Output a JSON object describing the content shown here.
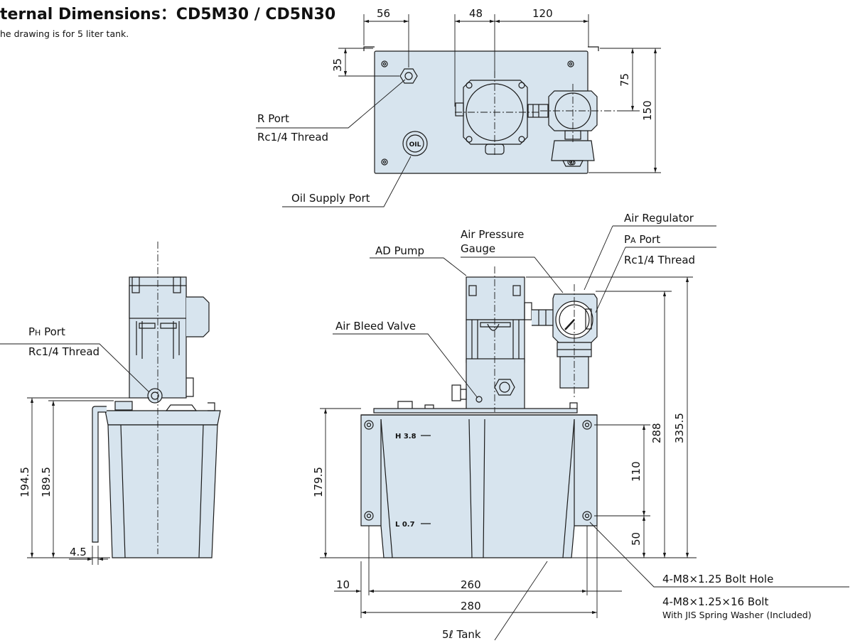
{
  "title": "ternal Dimensions：CD5M30 / CD5N30",
  "subtitle": "he drawing is for 5 liter tank.",
  "colors": {
    "body_fill": "#d7e4ee",
    "outline": "#1a1a1a",
    "dim_line": "#1a1a1a"
  },
  "labels": {
    "r_port": "R Port",
    "r_thread": "Rc1/4 Thread",
    "oil_supply_port": "Oil Supply Port",
    "oil_badge": "OIL",
    "ph_port_main": "P",
    "ph_port_sub": "H",
    "ph_port_rest": " Port",
    "ph_thread": "Rc1/4 Thread",
    "ad_pump": "AD Pump",
    "air_pressure_line1": "Air Pressure",
    "air_pressure_line2": "Gauge",
    "air_regulator": "Air Regulator",
    "pa_port_main": "P",
    "pa_port_sub": "A",
    "pa_port_rest": " Port",
    "pa_thread": "Rc1/4 Thread",
    "air_bleed_valve": "Air Bleed Valve",
    "level_high": "H 3.8",
    "level_low": "L 0.7",
    "bolt_hole": "4-M8×1.25 Bolt Hole",
    "bolt": "4-M8×1.25×16 Bolt",
    "washer": "With JIS Spring Washer (Included)",
    "tank": "5ℓ Tank"
  },
  "dimensions": {
    "top_56": "56",
    "top_48": "48",
    "top_120": "120",
    "top_35": "35",
    "top_75": "75",
    "top_150": "150",
    "side_194_5": "194.5",
    "side_189_5": "189.5",
    "side_4_5": "4.5",
    "front_179_5": "179.5",
    "front_110": "110",
    "front_50": "50",
    "front_288": "288",
    "front_335_5": "335.5",
    "front_10": "10",
    "front_260": "260",
    "front_280": "280"
  }
}
